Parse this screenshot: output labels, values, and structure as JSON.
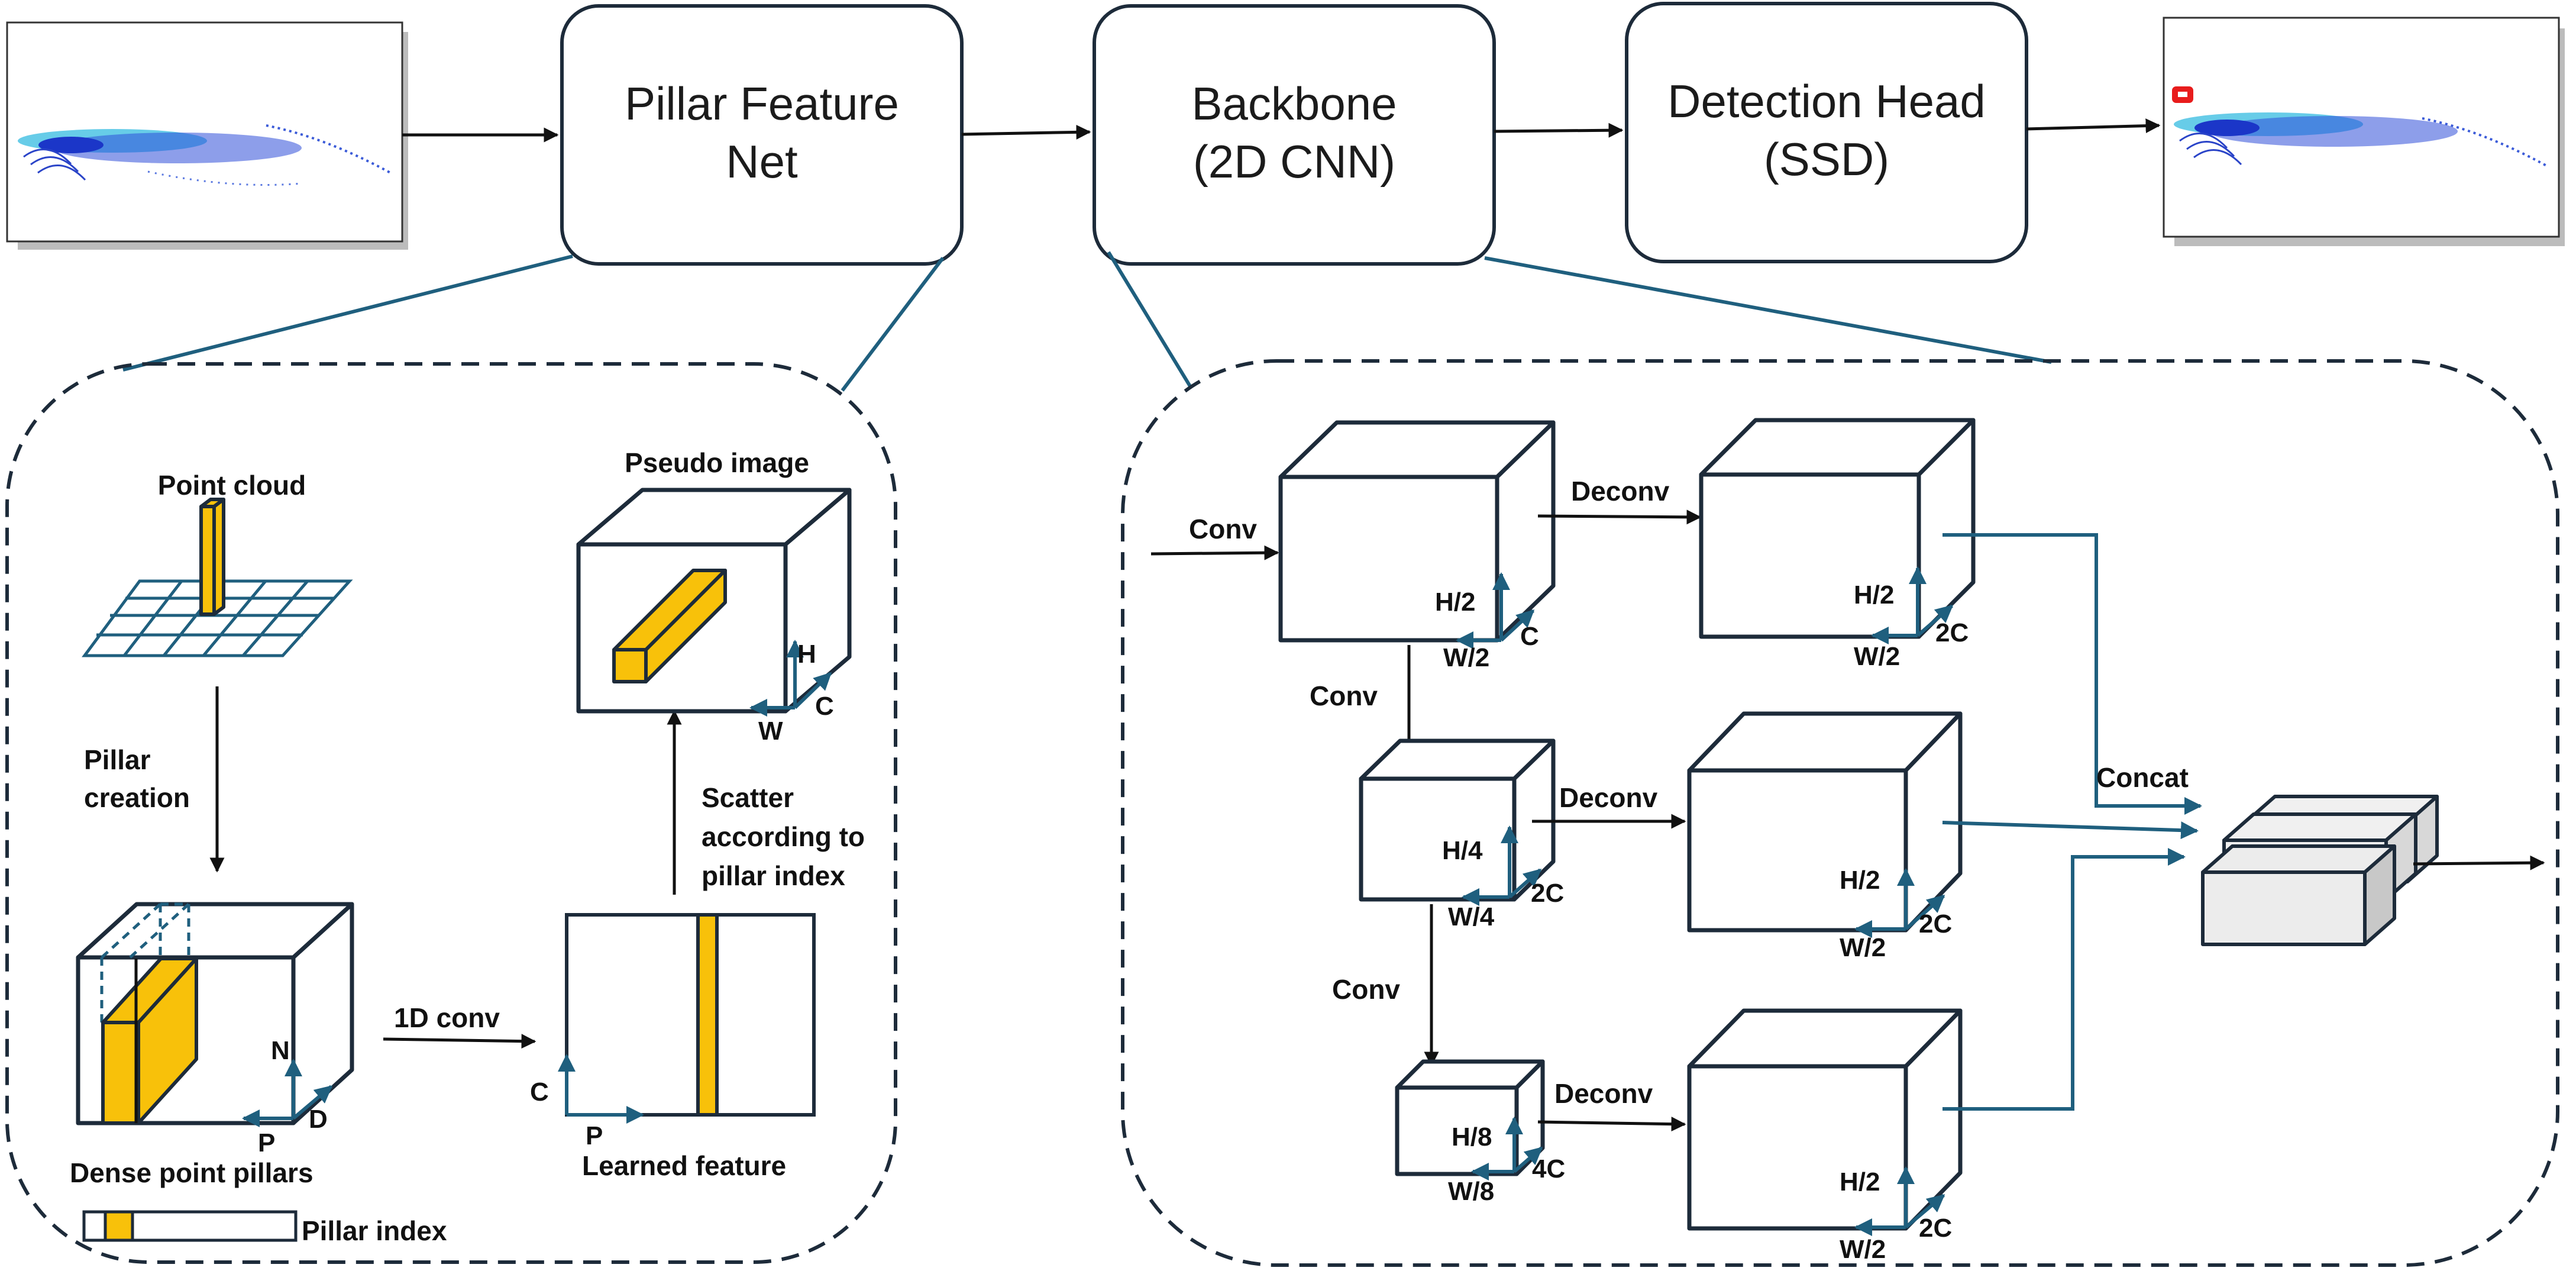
{
  "stages": {
    "pfn": [
      "Pillar Feature",
      "Net"
    ],
    "backbone": [
      "Backbone",
      "(2D CNN)"
    ],
    "head": [
      "Detection Head",
      "(SSD)"
    ]
  },
  "pillar": {
    "point_cloud": "Point cloud",
    "pillar_creation": [
      "Pillar",
      "creation"
    ],
    "dense_point_pillars": "Dense point pillars",
    "dims_dense": {
      "n": "N",
      "p": "P",
      "d": "D"
    },
    "conv1d": "1D conv",
    "learned_feature": "Learned feature",
    "dims_learned": {
      "c": "C",
      "p": "P"
    },
    "scatter": [
      "Scatter",
      "according to",
      "pillar index"
    ],
    "pseudo_image": "Pseudo image",
    "dims_pseudo": {
      "h": "H",
      "w": "W",
      "c": "C"
    },
    "pillar_index": "Pillar index"
  },
  "backbone": {
    "conv": "Conv",
    "deconv": "Deconv",
    "concat": "Concat",
    "blocks": [
      {
        "h": "H/2",
        "w": "W/2",
        "c": "C"
      },
      {
        "h": "H/4",
        "w": "W/4",
        "c": "2C"
      },
      {
        "h": "H/8",
        "w": "W/8",
        "c": "4C"
      }
    ],
    "upsampled": [
      {
        "h": "H/2",
        "w": "W/2",
        "c": "2C"
      },
      {
        "h": "H/2",
        "w": "W/2",
        "c": "2C"
      },
      {
        "h": "H/2",
        "w": "W/2",
        "c": "2C"
      }
    ]
  },
  "colors": {
    "pillar": "#f8c10a",
    "arrow_blue": "#1f5f7e",
    "outline": "#1d2b3a"
  }
}
